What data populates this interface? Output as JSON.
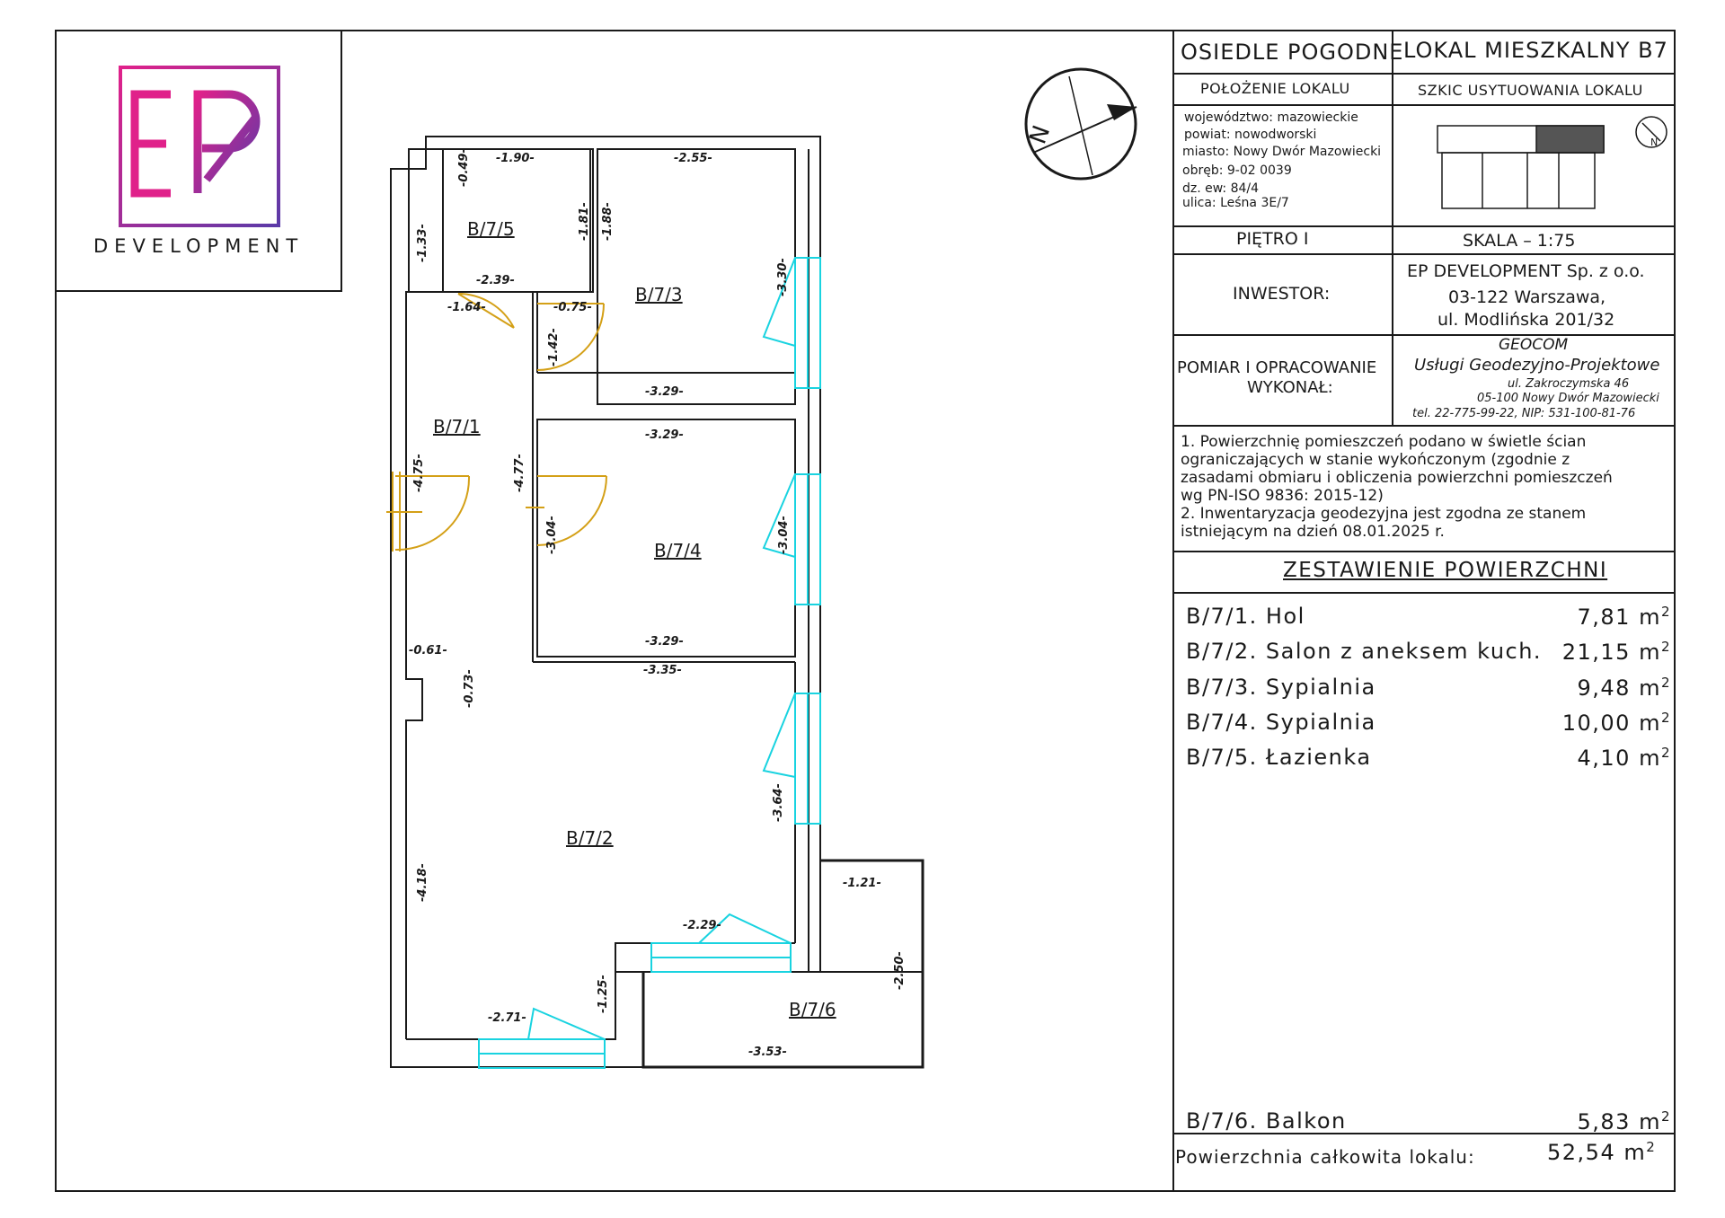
{
  "logo": {
    "letters": "EP",
    "subtitle": "DEVELOPMENT"
  },
  "header": {
    "project": "OSIEDLE POGODNE",
    "unit": "LOKAL MIESZKALNY B7",
    "location_title": "POŁOŻENIE LOKALU",
    "sketch_title": "SZKIC USYTUOWANIA LOKALU"
  },
  "location": {
    "voivodeship": "województwo: mazowieckie",
    "county": "powiat: nowodworski",
    "city": "miasto: Nowy Dwór Mazowiecki",
    "precinct": "obręb: 9-02 0039",
    "parcel": "dz. ew: 84/4",
    "street": "ulica: Leśna 3E/7"
  },
  "floor": "PIĘTRO I",
  "scale": "SKALA – 1:75",
  "investor": {
    "label": "INWESTOR:",
    "name": "EP DEVELOPMENT Sp. z o.o.",
    "address1": "03-122 Warszawa,",
    "address2": "ul. Modlińska 201/32"
  },
  "surveyor": {
    "label1": "POMIAR I OPRACOWANIE",
    "label2": "WYKONAŁ:",
    "company": "GEOCOM",
    "services": "Usługi Geodezyjno-Projektowe",
    "street": "ul. Zakroczymska 46",
    "city": "05-100 Nowy Dwór Mazowiecki",
    "contact": "tel. 22-775-99-22, NIP: 531-100-81-76"
  },
  "notes": [
    "1. Powierzchnię pomieszczeń podano w świetle ścian",
    "ograniczających w stanie wykończonym (zgodnie z",
    "zasadami obmiaru i obliczenia powierzchni pomieszczeń",
    "wg PN-ISO 9836: 2015-12)",
    "2. Inwentaryzacja geodezyjna jest zgodna ze stanem",
    "istniejącym na dzień 08.01.2025 r."
  ],
  "summary": {
    "title": "ZESTAWIENIE POWIERZCHNI",
    "unit": "m",
    "unit_exp": "2",
    "rows": [
      {
        "name": "B/7/1. Hol",
        "value": "7,81"
      },
      {
        "name": "B/7/2. Salon z aneksem kuch.",
        "value": "21,15"
      },
      {
        "name": "B/7/3. Sypialnia",
        "value": "9,48"
      },
      {
        "name": "B/7/4. Sypialnia",
        "value": "10,00"
      },
      {
        "name": "B/7/5. Łazienka",
        "value": "4,10"
      }
    ],
    "balcony": {
      "name": "B/7/6. Balkon",
      "value": "5,83"
    },
    "total_label": "Powierzchnia całkowita lokalu:",
    "total_value": "52,54"
  },
  "plan": {
    "room_labels": [
      "B/7/5",
      "B/7/3",
      "B/7/1",
      "B/7/4",
      "B/7/2",
      "B/7/6"
    ],
    "dims": [
      "-1.90-",
      "-0.49-",
      "-1.33-",
      "-1.81-",
      "-1.88-",
      "-2.55-",
      "-2.39-",
      "-1.64-",
      "-0.75-",
      "-1.42-",
      "-3.30-",
      "-3.29-",
      "-3.29-",
      "-4.75-",
      "-4.77-",
      "-3.04-",
      "-3.04-",
      "-3.29-",
      "-0.61-",
      "-0.73-",
      "-3.35-",
      "-3.64-",
      "-4.18-",
      "-2.29-",
      "-1.21-",
      "-2.50-",
      "-1.25-",
      "-2.71-",
      "-3.53-"
    ],
    "compass_letter": "N",
    "sketch_compass_letter": "N"
  },
  "colors": {
    "wall": "#1a1a1a",
    "door": "#d4a017",
    "window": "#19d3e0",
    "logo_pink": "#e0218a",
    "logo_purple": "#5b3aa8",
    "sketch_fill": "#555555"
  }
}
